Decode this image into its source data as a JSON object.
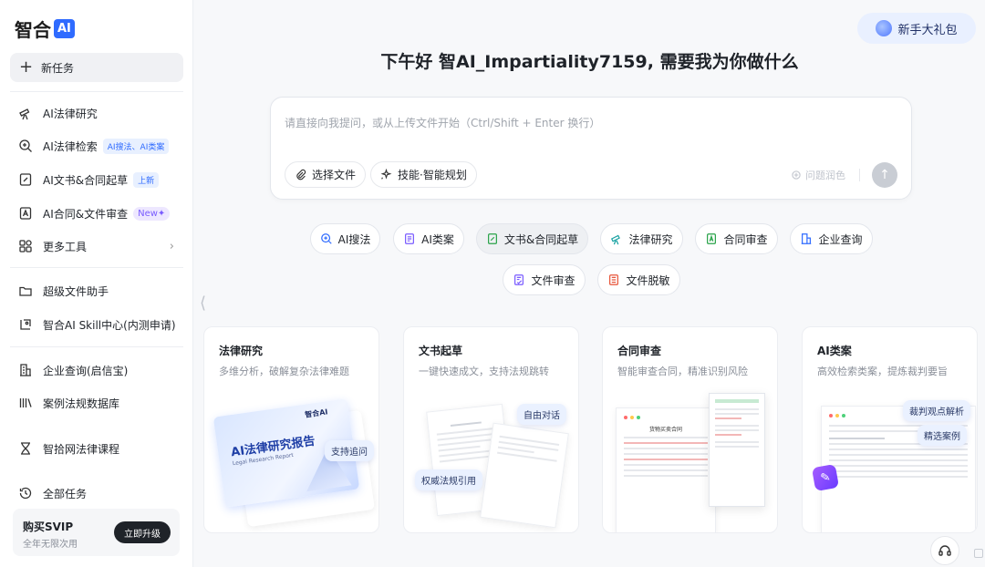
{
  "brand": {
    "name": "智合",
    "ai": "AI"
  },
  "sidebar": {
    "new_task": "新任务",
    "items": [
      {
        "label": "AI法律研究"
      },
      {
        "label": "AI法律检索",
        "tag": "AI搜法、AI类案"
      },
      {
        "label": "AI文书&合同起草",
        "tag": "上新"
      },
      {
        "label": "AI合同&文件审查",
        "tag": "New✦"
      },
      {
        "label": "更多工具"
      },
      {
        "label": "超级文件助手"
      },
      {
        "label": "智合AI Skill中心(内测申请)"
      },
      {
        "label": "企业查询(启信宝)"
      },
      {
        "label": "案例法规数据库"
      },
      {
        "label": "智拾网法律课程"
      },
      {
        "label": "全部任务"
      }
    ],
    "svip": {
      "title": "购买SVIP",
      "subtitle": "全年无限次用",
      "button": "立即升级"
    }
  },
  "header": {
    "gift": "新手大礼包",
    "greeting": "下午好 智AI_Impartiality7159, 需要我为你做什么"
  },
  "input": {
    "placeholder": "请直接向我提问，或从上传文件开始（Ctrl/Shift + Enter 换行）",
    "choose_file": "选择文件",
    "skills": "技能·智能规划",
    "polish": "问题润色"
  },
  "quick": [
    "AI搜法",
    "AI类案",
    "文书&合同起草",
    "法律研究",
    "合同审查",
    "企业查询",
    "文件审查",
    "文件脱敏"
  ],
  "cards": [
    {
      "title": "法律研究",
      "subtitle": "多维分析，破解复杂法律难题",
      "badges": [
        "支持追问"
      ],
      "report_title": "AI法律研究报告",
      "report_sub": "Legal Research Report",
      "report_logo": "智合AI"
    },
    {
      "title": "文书起草",
      "subtitle": "一键快速成文，支持法规跳转",
      "badges": [
        "自由对话",
        "权威法规引用"
      ]
    },
    {
      "title": "合同审查",
      "subtitle": "智能审查合同，精准识别风险",
      "badges": [],
      "doc_title": "货物买卖合同"
    },
    {
      "title": "AI类案",
      "subtitle": "高效检索类案，提炼裁判要旨",
      "badges": [
        "裁判观点解析",
        "精选案例"
      ]
    }
  ],
  "colors": {
    "accent": "#2f6bff",
    "dark": "#1f2329",
    "muted": "#8a8f99"
  }
}
